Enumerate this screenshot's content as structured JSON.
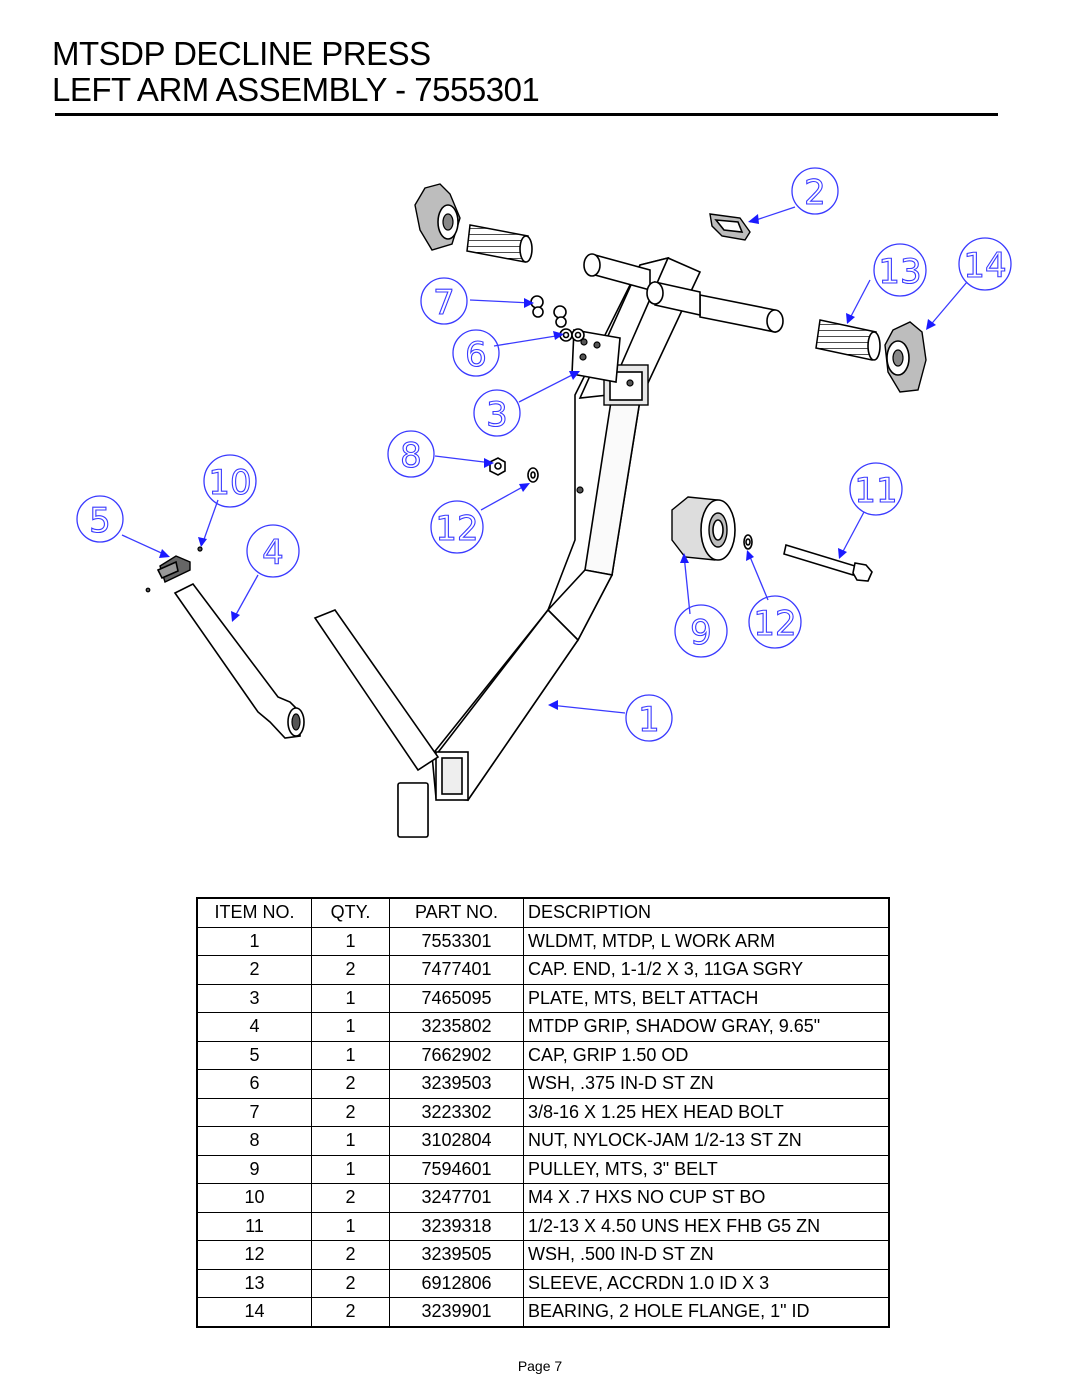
{
  "header": {
    "title_line1": "MTSDP DECLINE PRESS",
    "title_line2": "LEFT ARM ASSEMBLY - 7555301"
  },
  "diagram": {
    "callouts": [
      {
        "id": "callout-1",
        "label": "1"
      },
      {
        "id": "callout-2",
        "label": "2"
      },
      {
        "id": "callout-3",
        "label": "3"
      },
      {
        "id": "callout-4",
        "label": "4"
      },
      {
        "id": "callout-5",
        "label": "5"
      },
      {
        "id": "callout-6",
        "label": "6"
      },
      {
        "id": "callout-7",
        "label": "7"
      },
      {
        "id": "callout-8",
        "label": "8"
      },
      {
        "id": "callout-9",
        "label": "9"
      },
      {
        "id": "callout-10",
        "label": "10"
      },
      {
        "id": "callout-11",
        "label": "11"
      },
      {
        "id": "callout-12a",
        "label": "12"
      },
      {
        "id": "callout-12b",
        "label": "12"
      },
      {
        "id": "callout-13",
        "label": "13"
      },
      {
        "id": "callout-14",
        "label": "14"
      }
    ],
    "accent_color": "#3a3aff"
  },
  "parts_table": {
    "headers": [
      "ITEM NO.",
      "QTY.",
      "PART NO.",
      "DESCRIPTION"
    ],
    "rows": [
      [
        "1",
        "1",
        "7553301",
        "WLDMT, MTDP, L WORK ARM"
      ],
      [
        "2",
        "2",
        "7477401",
        "CAP. END, 1-1/2 X 3, 11GA SGRY"
      ],
      [
        "3",
        "1",
        "7465095",
        "PLATE, MTS, BELT ATTACH"
      ],
      [
        "4",
        "1",
        "3235802",
        "MTDP GRIP, SHADOW GRAY, 9.65\""
      ],
      [
        "5",
        "1",
        "7662902",
        "CAP, GRIP 1.50 OD"
      ],
      [
        "6",
        "2",
        "3239503",
        "WSH,  .375 IN-D ST ZN"
      ],
      [
        "7",
        "2",
        "3223302",
        "3/8-16 X 1.25 HEX HEAD BOLT"
      ],
      [
        "8",
        "1",
        "3102804",
        "NUT, NYLOCK-JAM 1/2-13 ST ZN"
      ],
      [
        "9",
        "1",
        "7594601",
        "PULLEY, MTS, 3\" BELT"
      ],
      [
        "10",
        "2",
        "3247701",
        "M4 X .7 HXS NO CUP ST BO"
      ],
      [
        "11",
        "1",
        "3239318",
        "1/2-13 X 4.50 UNS HEX FHB G5 ZN"
      ],
      [
        "12",
        "2",
        "3239505",
        "WSH,  .500 IN-D ST ZN"
      ],
      [
        "13",
        "2",
        "6912806",
        "SLEEVE, ACCRDN 1.0 ID X 3"
      ],
      [
        "14",
        "2",
        "3239901",
        "BEARING, 2 HOLE FLANGE, 1\" ID"
      ]
    ]
  },
  "footer": {
    "page_label": "Page 7"
  }
}
